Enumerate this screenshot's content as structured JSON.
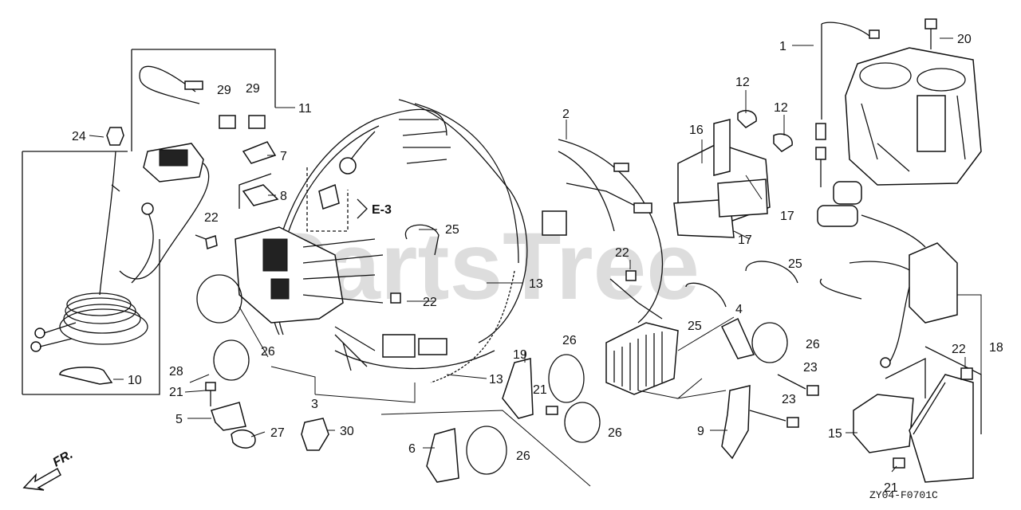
{
  "diagram": {
    "watermark": "PartsTree",
    "figure_code": "ZY04-F0701C",
    "reference": "E-3",
    "direction": "FR.",
    "callouts": [
      {
        "id": "c1",
        "text": "1"
      },
      {
        "id": "c2",
        "text": "2"
      },
      {
        "id": "c3",
        "text": "3"
      },
      {
        "id": "c4",
        "text": "4"
      },
      {
        "id": "c5",
        "text": "5"
      },
      {
        "id": "c6",
        "text": "6"
      },
      {
        "id": "c7",
        "text": "7"
      },
      {
        "id": "c8",
        "text": "8"
      },
      {
        "id": "c9",
        "text": "9"
      },
      {
        "id": "c10",
        "text": "10"
      },
      {
        "id": "c11",
        "text": "11"
      },
      {
        "id": "c12a",
        "text": "12"
      },
      {
        "id": "c12b",
        "text": "12"
      },
      {
        "id": "c13a",
        "text": "13"
      },
      {
        "id": "c13b",
        "text": "13"
      },
      {
        "id": "c15",
        "text": "15"
      },
      {
        "id": "c16",
        "text": "16"
      },
      {
        "id": "c17a",
        "text": "17"
      },
      {
        "id": "c17b",
        "text": "17"
      },
      {
        "id": "c18",
        "text": "18"
      },
      {
        "id": "c19",
        "text": "19"
      },
      {
        "id": "c20",
        "text": "20"
      },
      {
        "id": "c21a",
        "text": "21"
      },
      {
        "id": "c21b",
        "text": "21"
      },
      {
        "id": "c21c",
        "text": "21"
      },
      {
        "id": "c22a",
        "text": "22"
      },
      {
        "id": "c22b",
        "text": "22"
      },
      {
        "id": "c22c",
        "text": "22"
      },
      {
        "id": "c22d",
        "text": "22"
      },
      {
        "id": "c23a",
        "text": "23"
      },
      {
        "id": "c23b",
        "text": "23"
      },
      {
        "id": "c24",
        "text": "24"
      },
      {
        "id": "c25a",
        "text": "25"
      },
      {
        "id": "c25b",
        "text": "25"
      },
      {
        "id": "c25c",
        "text": "25"
      },
      {
        "id": "c26a",
        "text": "26"
      },
      {
        "id": "c26b",
        "text": "26"
      },
      {
        "id": "c26c",
        "text": "26"
      },
      {
        "id": "c26d",
        "text": "26"
      },
      {
        "id": "c26e",
        "text": "26"
      },
      {
        "id": "c27",
        "text": "27"
      },
      {
        "id": "c28",
        "text": "28"
      },
      {
        "id": "c29a",
        "text": "29"
      },
      {
        "id": "c29b",
        "text": "29"
      },
      {
        "id": "c30",
        "text": "30"
      }
    ]
  }
}
